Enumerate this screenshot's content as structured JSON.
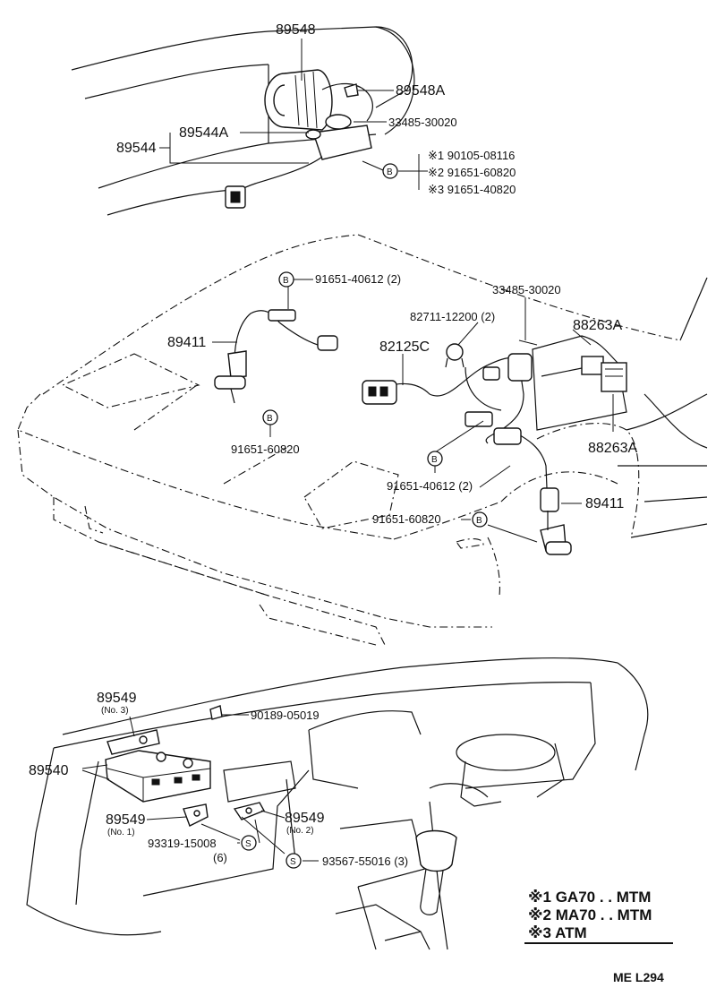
{
  "diagram": {
    "parts": {
      "p89548": "89548",
      "p89548a": "89548A",
      "p33485_top": "33485-30020",
      "p89544": "89544",
      "p89544a": "89544A",
      "p90105": "※1 90105-08116",
      "p91651_608_top": "※2 91651-60820",
      "p91651_408_top": "※3 91651-40820",
      "p91651_40612_left": "91651-40612 (2)",
      "p33485_mid": "33485-30020",
      "p82711": "82711-12200 (2)",
      "p88263a_top": "88263A",
      "p89411_left": "89411",
      "p82125c": "82125C",
      "p88263a_bot": "88263A",
      "p91651_608_left": "91651-60820",
      "p91651_40612_mid": "91651-40612 (2)",
      "p89411_right": "89411",
      "p91651_608_bot": "91651-60820",
      "p89549_no3": "89549",
      "p89549_no3_sub": "(No. 3)",
      "p90189": "90189-05019",
      "p89540": "89540",
      "p89549_no1": "89549",
      "p89549_no1_sub": "(No. 1)",
      "p89549_no2": "89549",
      "p89549_no2_sub": "(No. 2)",
      "p93319": "93319-15008",
      "p93319_qty": "(6)",
      "p93567": "93567-55016 (3)"
    },
    "markers": {
      "b": "B",
      "s": "S"
    },
    "legend": {
      "row1": "※1 GA70 . . MTM",
      "row2": "※2 MA70 . . MTM",
      "row3": "※3 ATM"
    },
    "page_ref": "ME  L294"
  }
}
